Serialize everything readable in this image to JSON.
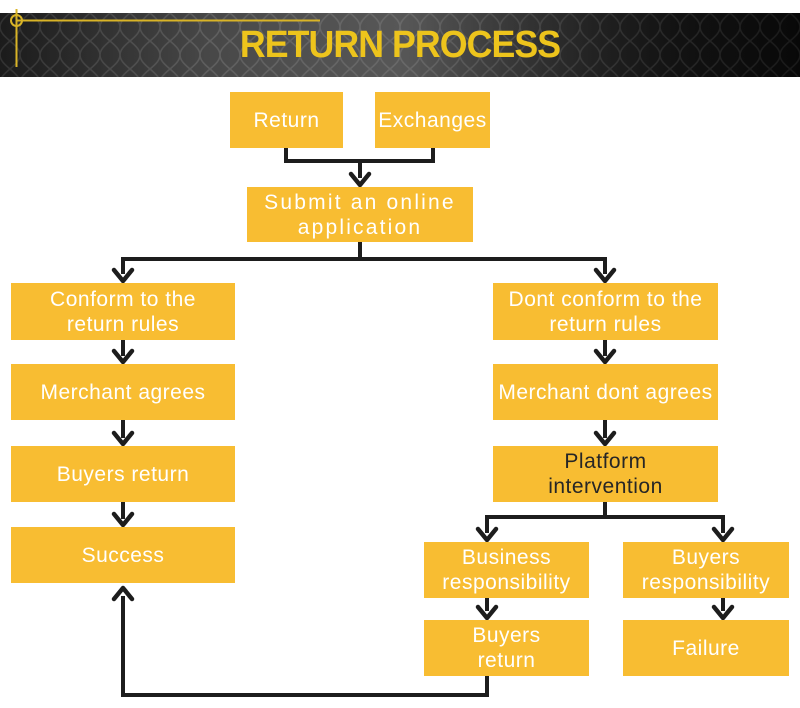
{
  "header": {
    "title": "RETURN PROCESS",
    "title_color": "#EDC41C",
    "accent_line_color": "#D9B427",
    "banner_background": "#3d3d3d"
  },
  "flowchart": {
    "box_color": "#F8BD32",
    "box_text_color": "#FFFFFF",
    "box_dark_text_color": "#262626",
    "arrow_color": "#1D1D1D",
    "nodes": {
      "return": {
        "lines": [
          "Return"
        ]
      },
      "exchanges": {
        "lines": [
          "Exchanges"
        ]
      },
      "submit": {
        "lines": [
          "Submit an online",
          "application"
        ]
      },
      "conform": {
        "lines": [
          "Conform to the",
          "return rules"
        ]
      },
      "merchant_agrees": {
        "lines": [
          "Merchant agrees"
        ]
      },
      "buyers_return": {
        "lines": [
          "Buyers return"
        ]
      },
      "success": {
        "lines": [
          "Success"
        ]
      },
      "dont_conform": {
        "lines": [
          "Dont conform to the",
          "return rules"
        ]
      },
      "merchant_dont_agrees": {
        "lines": [
          "Merchant dont agrees"
        ]
      },
      "platform_intervention": {
        "lines": [
          "Platform",
          "intervention"
        ]
      },
      "business_responsibility": {
        "lines": [
          "Business",
          "responsibility"
        ]
      },
      "buyers_responsibility": {
        "lines": [
          "Buyers",
          "responsibility"
        ]
      },
      "buyers_return_2": {
        "lines": [
          "Buyers",
          "return"
        ]
      },
      "failure": {
        "lines": [
          "Failure"
        ]
      }
    }
  }
}
